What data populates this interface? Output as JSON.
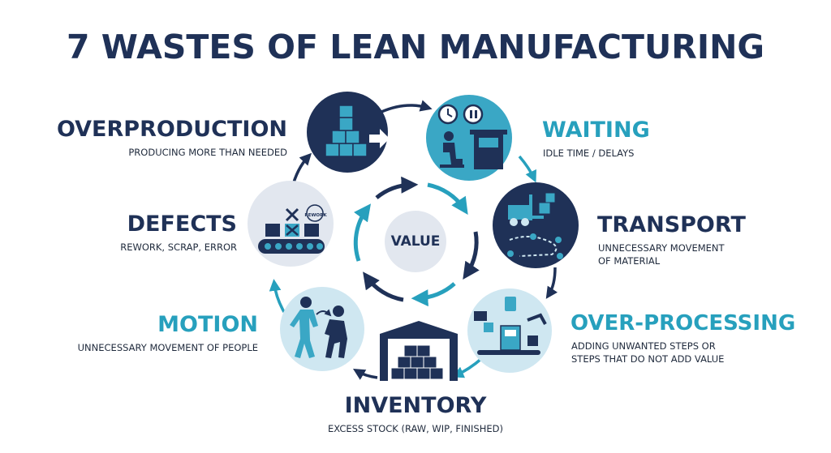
{
  "title": "7 WASTES OF LEAN MANUFACTURING",
  "center_label": "VALUE",
  "wastes": [
    {
      "name": "OVERPRODUCTION",
      "description": "PRODUCING MORE THAN NEEDED",
      "icon": "boxes-arrow-icon"
    },
    {
      "name": "WAITING",
      "description": "IDLE TIME / DELAYS",
      "icon": "clock-worker-icon"
    },
    {
      "name": "TRANSPORT",
      "description": "UNNECESSARY MOVEMENT\nOF MATERIAL",
      "icon": "forklift-icon"
    },
    {
      "name": "OVER-PROCESSING",
      "description": "ADDING UNWANTED STEPS OR\nSTEPS THAT DO NOT ADD VALUE",
      "icon": "processing-machine-icon"
    },
    {
      "name": "INVENTORY",
      "description": "EXCESS STOCK (RAW, WIP, FINISHED)",
      "icon": "warehouse-icon"
    },
    {
      "name": "MOTION",
      "description": "UNNECESSARY MOVEMENT OF PEOPLE",
      "icon": "workers-motion-icon"
    },
    {
      "name": "DEFECTS",
      "description": "REWORK, SCRAP, ERROR",
      "icon": "conveyor-defect-icon"
    }
  ],
  "icon_labels": {
    "rework": "REWORK"
  },
  "colors": {
    "navy": "#1f3157",
    "teal": "#27a0bd",
    "light_blue": "#cfe7f1",
    "pale_grey": "#e2e7ef"
  }
}
